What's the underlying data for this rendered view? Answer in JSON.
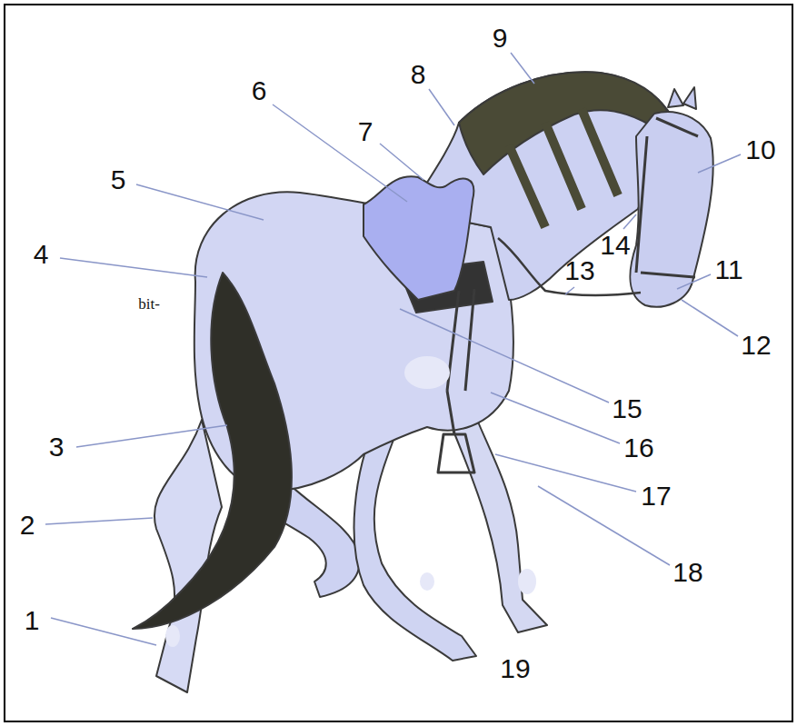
{
  "diagram": {
    "labels": [
      "1",
      "2",
      "3",
      "4",
      "5",
      "6",
      "7",
      "8",
      "9",
      "10",
      "11",
      "12",
      "13",
      "14",
      "15",
      "16",
      "17",
      "18",
      "19",
      "bit-"
    ]
  }
}
